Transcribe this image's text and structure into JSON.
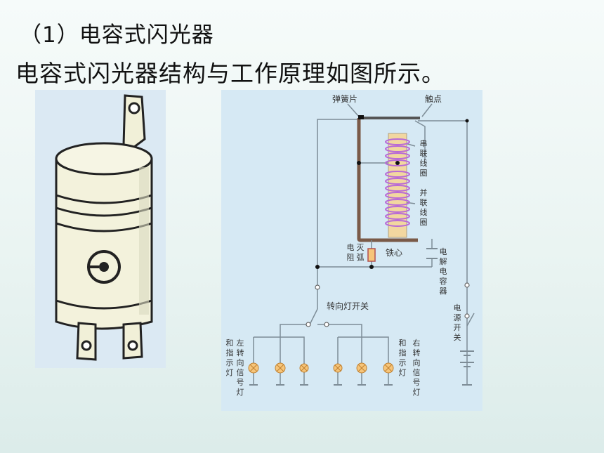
{
  "slide": {
    "heading": "（1）电容式闪光器",
    "intro": "电容式闪光器结构与工作原理如图所示。"
  },
  "diagram": {
    "labels": {
      "spring": "弹簧片",
      "contact": "触点",
      "series_coil": [
        "串",
        "联",
        "线",
        "圈"
      ],
      "parallel_coil": [
        "并",
        "联",
        "线",
        "圈"
      ],
      "arc_resistor_a": [
        "电",
        "阻"
      ],
      "arc_resistor_b": [
        "灭",
        "弧"
      ],
      "iron_core": "铁心",
      "electrolytic_capacitor": [
        "电",
        "解",
        "电",
        "容",
        "器"
      ],
      "turn_switch": "转向灯开关",
      "power_switch": [
        "电",
        "源",
        "开",
        "关"
      ],
      "left_indicator_a": [
        "和",
        "指",
        "示",
        "灯"
      ],
      "left_indicator_b": [
        "左",
        "转",
        "向",
        "信",
        "号",
        "灯"
      ],
      "right_indicator_a": [
        "和",
        "指",
        "示",
        "灯"
      ],
      "right_indicator_b": [
        "右",
        "转",
        "向",
        "信",
        "号",
        "灯"
      ]
    }
  },
  "colors": {
    "wire": "#7d8c96",
    "coil": "#b86ad6",
    "core": "#f2d7a0",
    "lamp": "#f6c57a",
    "frame": "#7a5a48"
  }
}
